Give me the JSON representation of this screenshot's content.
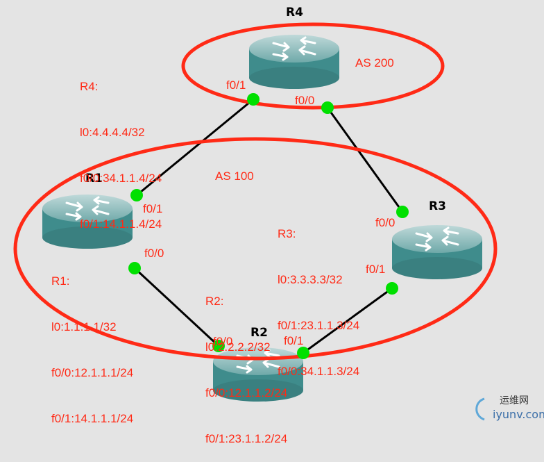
{
  "routers": [
    {
      "id": "R4",
      "label": "R4"
    },
    {
      "id": "R1",
      "label": "R1"
    },
    {
      "id": "R2",
      "label": "R2"
    },
    {
      "id": "R3",
      "label": "R3"
    }
  ],
  "as_labels": {
    "as200": "AS 200",
    "as100": "AS 100"
  },
  "interfaces": {
    "r4_f01": "f0/1",
    "r4_f00": "f0/0",
    "r1_f01": "f0/1",
    "r1_f00": "f0/0",
    "r3_f00": "f0/0",
    "r3_f01": "f0/1",
    "r2_f00": "f0/0",
    "r2_f01": "f0/1"
  },
  "configs": {
    "r4": [
      "R4:",
      "l0:4.4.4.4/32",
      "f0/0:34.1.1.4/24",
      "f0/1:14.1.1.4/24"
    ],
    "r1": [
      "R1:",
      "l0:1.1.1.1/32",
      "f0/0:12.1.1.1/24",
      "f0/1:14.1.1.1/24"
    ],
    "r2": [
      "R2:",
      "l0:2.2.2.2/32",
      "f0/0:12.1.1.2/24",
      "f0/1:23.1.1.2/24"
    ],
    "r3": [
      "R3:",
      "l0:3.3.3.3/32",
      "f0/1:23.1.1.3/24",
      "f0/0:34.1.1.3/24"
    ]
  },
  "colors": {
    "ellipse": "#ff2a16",
    "link": "#000000",
    "port": "#00e000",
    "router": "#3f8c8c"
  },
  "watermark": {
    "cn": "运维网",
    "en": "iyunv.com"
  }
}
